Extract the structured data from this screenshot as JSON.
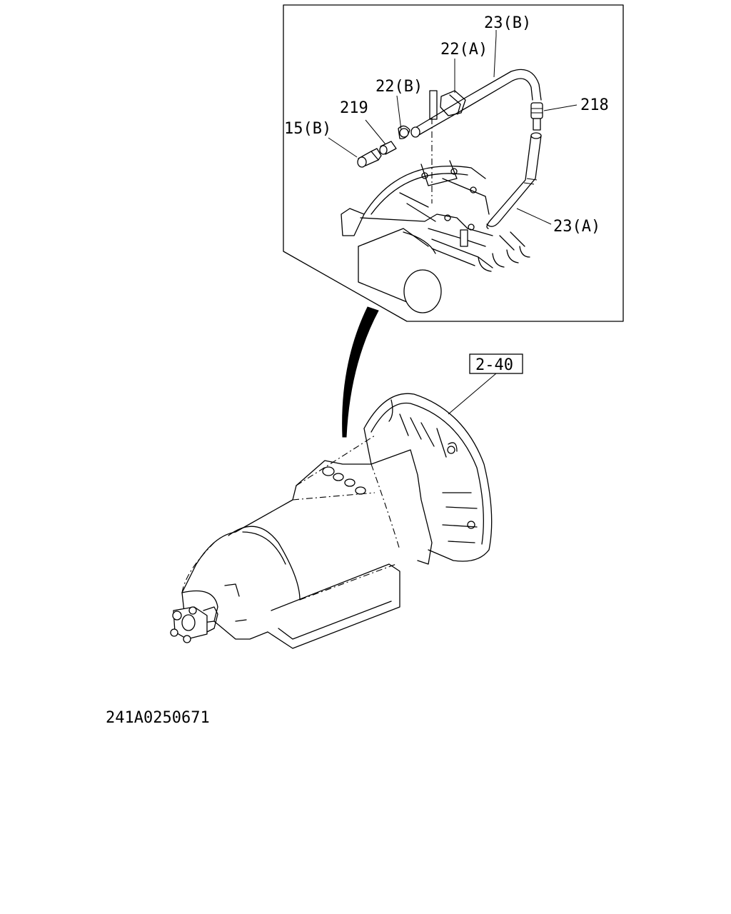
{
  "diagram": {
    "callouts": {
      "c23b": "23(B)",
      "c22a": "22(A)",
      "c22b": "22(B)",
      "c219": "219",
      "c15b": "15(B)",
      "c218": "218",
      "c23a": "23(A)",
      "c240": "2-40"
    },
    "drawing_code": "241A0250671"
  }
}
